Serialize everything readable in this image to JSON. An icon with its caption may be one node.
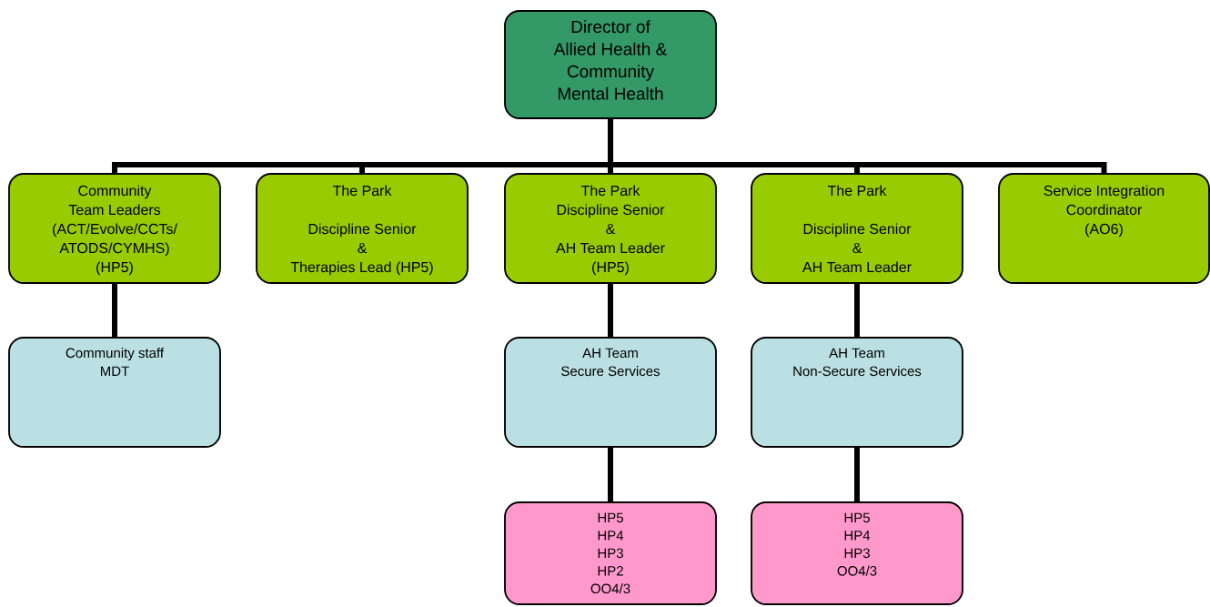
{
  "diagram": {
    "nodes": [
      {
        "text": [
          "Director of",
          "Allied Health &",
          "Community",
          "Mental Health"
        ]
      },
      {
        "text": [
          "Community",
          "Team Leaders",
          "(ACT/Evolve/CCTs/",
          "ATODS/CYMHS)",
          "(HP5)"
        ]
      },
      {
        "text": [
          "The Park",
          "Discipline Senior",
          "&",
          "Therapies Lead (HP5)"
        ]
      },
      {
        "text": [
          "The Park",
          "Discipline Senior",
          "&",
          "AH Team Leader",
          "(HP5)"
        ]
      },
      {
        "text": [
          "The Park",
          "Discipline Senior",
          "&",
          "AH Team Leader"
        ]
      },
      {
        "text": [
          "Service Integration Coordinator",
          "(AO6)"
        ]
      },
      {
        "text": [
          "Community staff",
          "MDT"
        ]
      },
      {
        "text": [
          "AH Team",
          "Secure Services"
        ]
      },
      {
        "text": [
          "AH Team",
          "Non-Secure Services"
        ]
      },
      {
        "text": [
          "HP5",
          "HP4",
          "HP3",
          "HP2",
          "OO4/3"
        ]
      },
      {
        "text": [
          "HP5",
          "HP4",
          "HP3",
          "OO4/3"
        ]
      }
    ],
    "edges": [
      {
        "from": 0,
        "to": 1,
        "arrow": "none"
      },
      {
        "from": 0,
        "to": 2,
        "arrow": "none"
      },
      {
        "from": 0,
        "to": 3,
        "arrow": "none"
      },
      {
        "from": 0,
        "to": 4,
        "arrow": "none"
      },
      {
        "from": 0,
        "to": 5,
        "arrow": "none"
      },
      {
        "from": 1,
        "to": 6,
        "arrow": "none"
      },
      {
        "from": 3,
        "to": 7,
        "arrow": "none"
      },
      {
        "from": 4,
        "to": 8,
        "arrow": "none"
      },
      {
        "from": 7,
        "to": 9,
        "arrow": "none"
      },
      {
        "from": 8,
        "to": 10,
        "arrow": "none"
      }
    ]
  }
}
